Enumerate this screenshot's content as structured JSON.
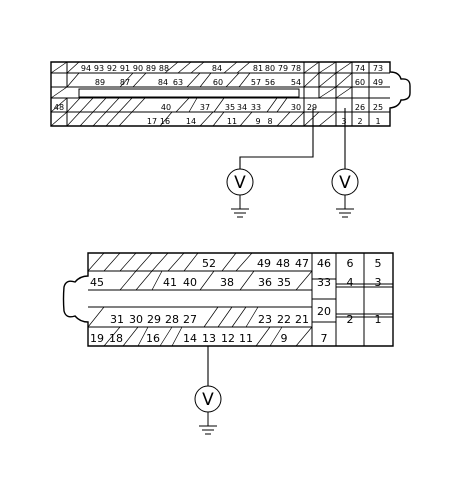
{
  "top_connector": {
    "row1": [
      "94",
      "93",
      "92",
      "91",
      "90",
      "89",
      "88",
      "84",
      "81",
      "80",
      "79",
      "78",
      "74",
      "73"
    ],
    "row2": [
      "89",
      "87",
      "84",
      "63",
      "60",
      "57",
      "56",
      "54",
      "60",
      "49"
    ],
    "row3": [
      "48",
      "40",
      "37",
      "35",
      "34",
      "33",
      "30",
      "29",
      "26",
      "25"
    ],
    "row4": [
      "17",
      "16",
      "14",
      "11",
      "9",
      "8",
      "3",
      "2",
      "1"
    ]
  },
  "bottom_connector": {
    "row1": [
      "52",
      "49",
      "48",
      "47",
      "46",
      "6",
      "5"
    ],
    "row2": [
      "45",
      "41",
      "40",
      "38",
      "36",
      "35",
      "33",
      "4",
      "3"
    ],
    "row3": [
      "20"
    ],
    "row4": [
      "31",
      "30",
      "29",
      "28",
      "27",
      "23",
      "22",
      "21",
      "2",
      "1"
    ],
    "row5": [
      "19",
      "18",
      "16",
      "14",
      "13",
      "12",
      "11",
      "9",
      "7"
    ]
  },
  "meter_symbol": "V",
  "icons": [
    "voltmeter-icon",
    "ground-icon"
  ]
}
